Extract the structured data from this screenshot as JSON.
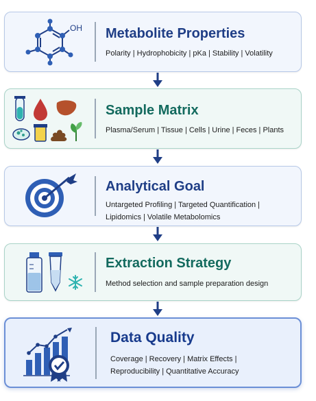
{
  "steps": [
    {
      "title": "Metabolite Properties",
      "desc": "Polarity | Hydrophobicity | pKa | Stability | Volatility",
      "icon": "molecule-icon",
      "molecule_label": "OH"
    },
    {
      "title": "Sample Matrix",
      "desc": "Plasma/Serum | Tissue | Cells | Urine | Feces | Plants",
      "icon": "sample-types-icon"
    },
    {
      "title": "Analytical Goal",
      "desc": "Untargeted Profiling | Targeted Quantification |\nLipidomics | Volatile Metabolomics",
      "icon": "target-icon"
    },
    {
      "title": "Extraction Strategy",
      "desc": "Method selection and sample preparation design",
      "icon": "vials-icon"
    },
    {
      "title": "Data Quality",
      "desc": "Coverage | Recovery | Matrix Effects |\nReproducibility | Quantitative Accuracy",
      "icon": "quality-chart-icon"
    }
  ],
  "colors": {
    "blue_title": "#1f3e86",
    "teal_title": "#136a5e",
    "arrow": "#1f3e86",
    "icon_blue": "#2f5fb5",
    "icon_navy": "#1f3e86"
  }
}
